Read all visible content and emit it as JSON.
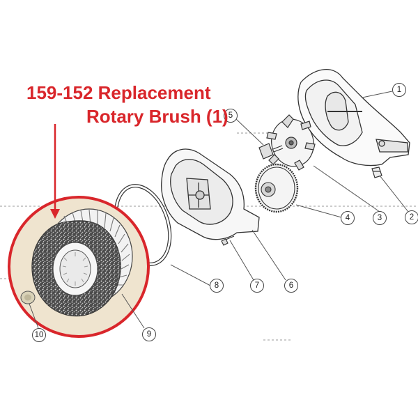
{
  "callout": {
    "line1": "159-152 Replacement",
    "line2": "Rotary Brush (1)",
    "color": "#d9262b"
  },
  "parts": [
    "1",
    "2",
    "3",
    "4",
    "5",
    "6",
    "7",
    "8",
    "9",
    "10"
  ],
  "colors": {
    "line": "#333333",
    "highlight_bg": "#efe4cf",
    "highlight_ring": "#d9262b",
    "dash": "#9a9a9a"
  }
}
